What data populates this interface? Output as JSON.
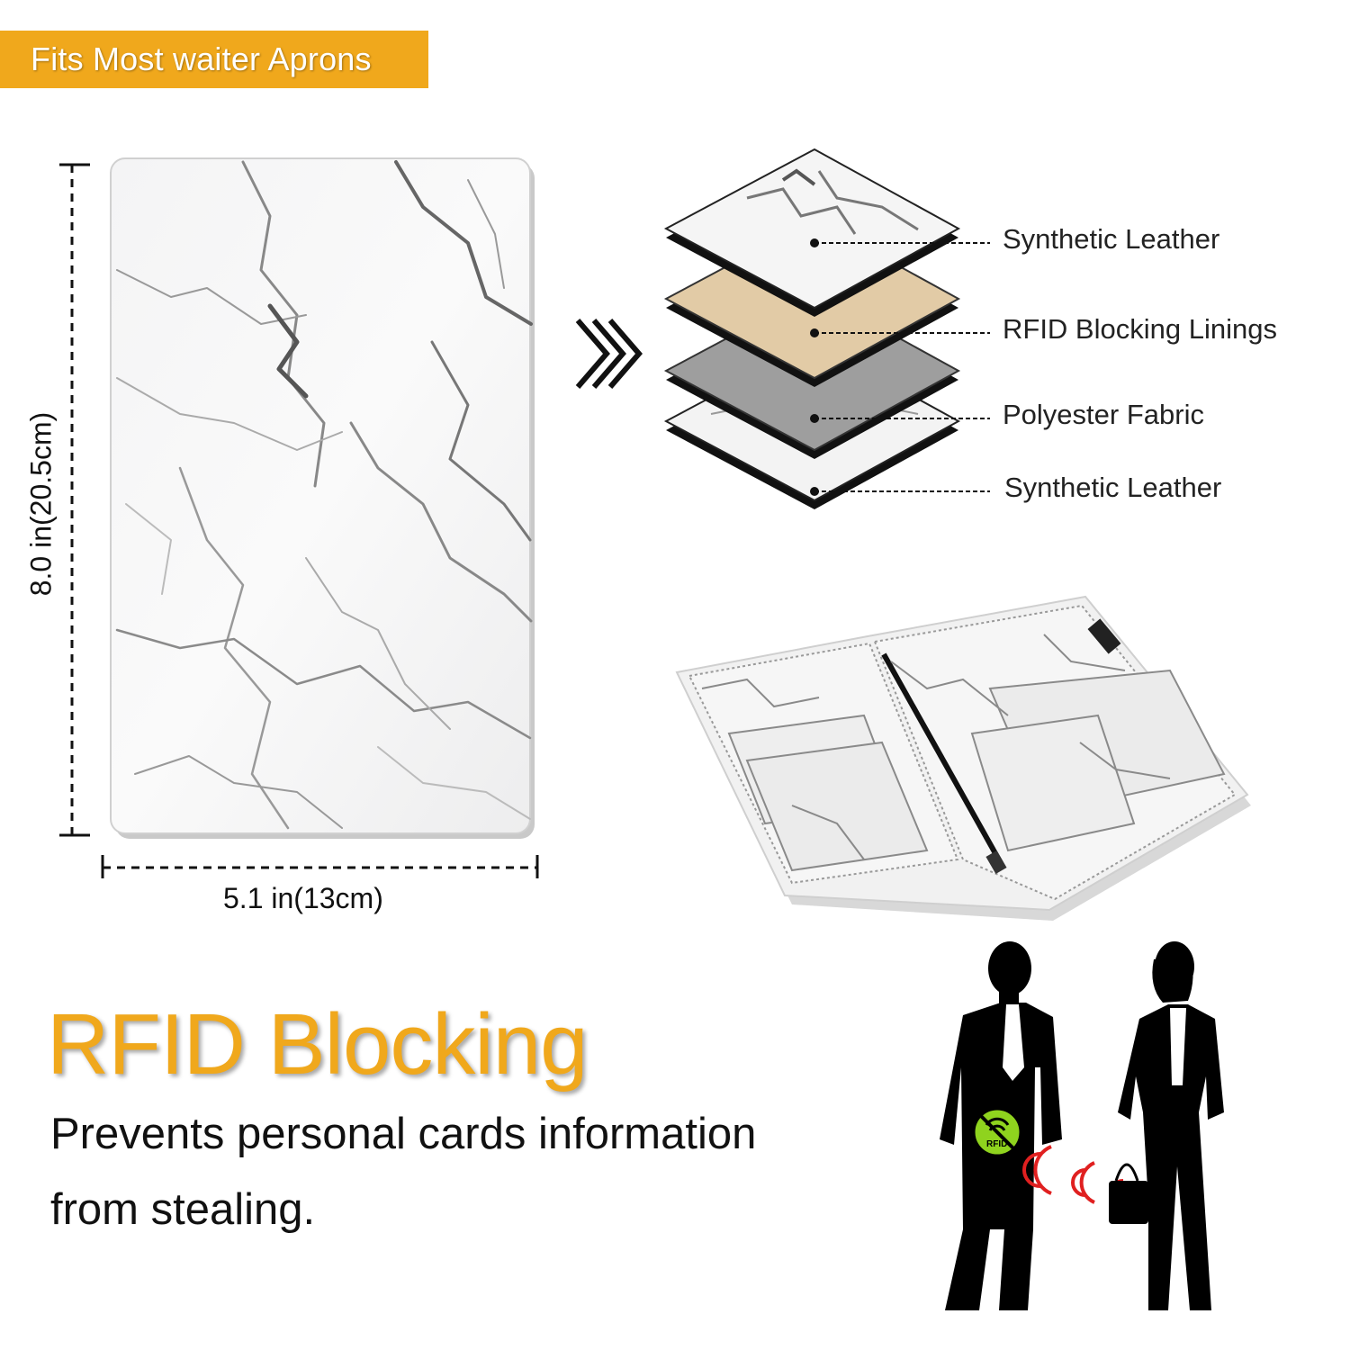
{
  "banner": {
    "text": "Fits Most waiter Aprons"
  },
  "dimensions": {
    "height": "8.0 in(20.5cm)",
    "width": "5.1 in(13cm)"
  },
  "layers": [
    {
      "label": "Synthetic Leather"
    },
    {
      "label": "RFID Blocking Linings"
    },
    {
      "label": "Polyester Fabric"
    },
    {
      "label": "Synthetic Leather"
    }
  ],
  "feature": {
    "title": "RFID Blocking",
    "description_line1": "Prevents personal cards information",
    "description_line2": "from stealing."
  },
  "rfid_badge": {
    "text": "RFID"
  },
  "colors": {
    "accent": "#f0a81c",
    "linings": "#e2cba6",
    "fabric": "#9e9e9e",
    "signal": "#e02020",
    "badge": "#8fd31e"
  }
}
